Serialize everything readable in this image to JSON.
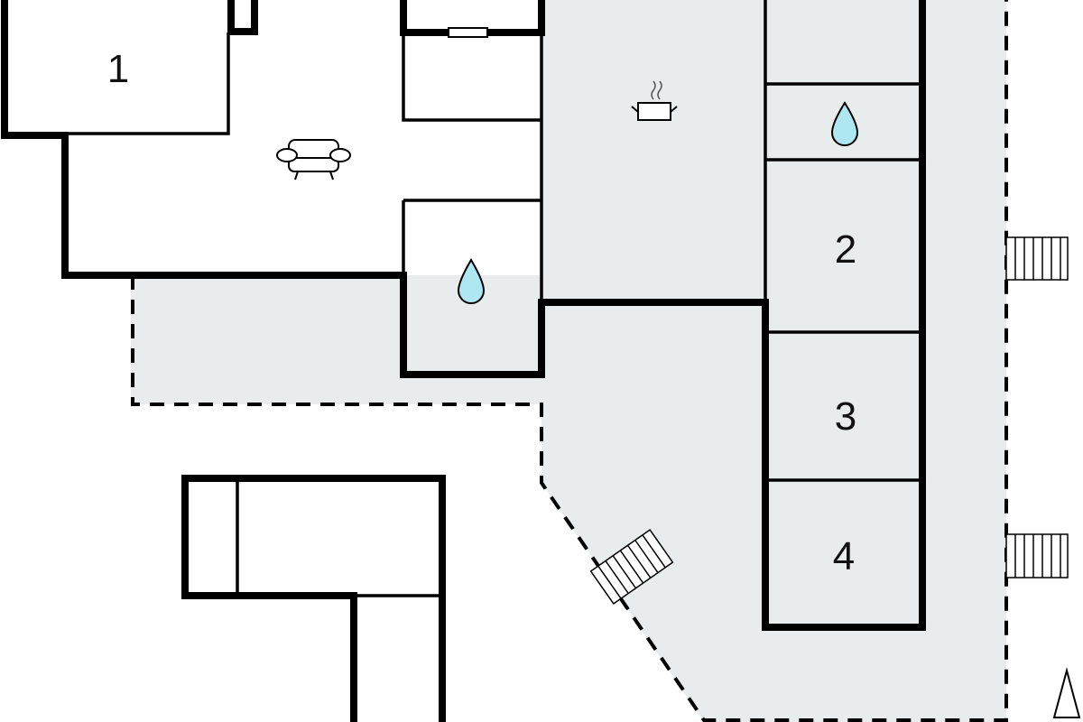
{
  "colors": {
    "terrace": "#e8eced",
    "water": "#aee7f1",
    "wall": "#000000",
    "room": "#ffffff"
  },
  "rooms": {
    "bedroom_1": {
      "label": "1"
    },
    "bedroom_2": {
      "label": "2"
    },
    "bedroom_3": {
      "label": "3"
    },
    "bedroom_4": {
      "label": "4"
    }
  },
  "icons": [
    "sofa-icon",
    "cooking-pot-icon",
    "water-drop-icon",
    "water-drop-icon",
    "stairs-icon",
    "stairs-icon",
    "stairs-icon",
    "north-arrow-icon"
  ]
}
